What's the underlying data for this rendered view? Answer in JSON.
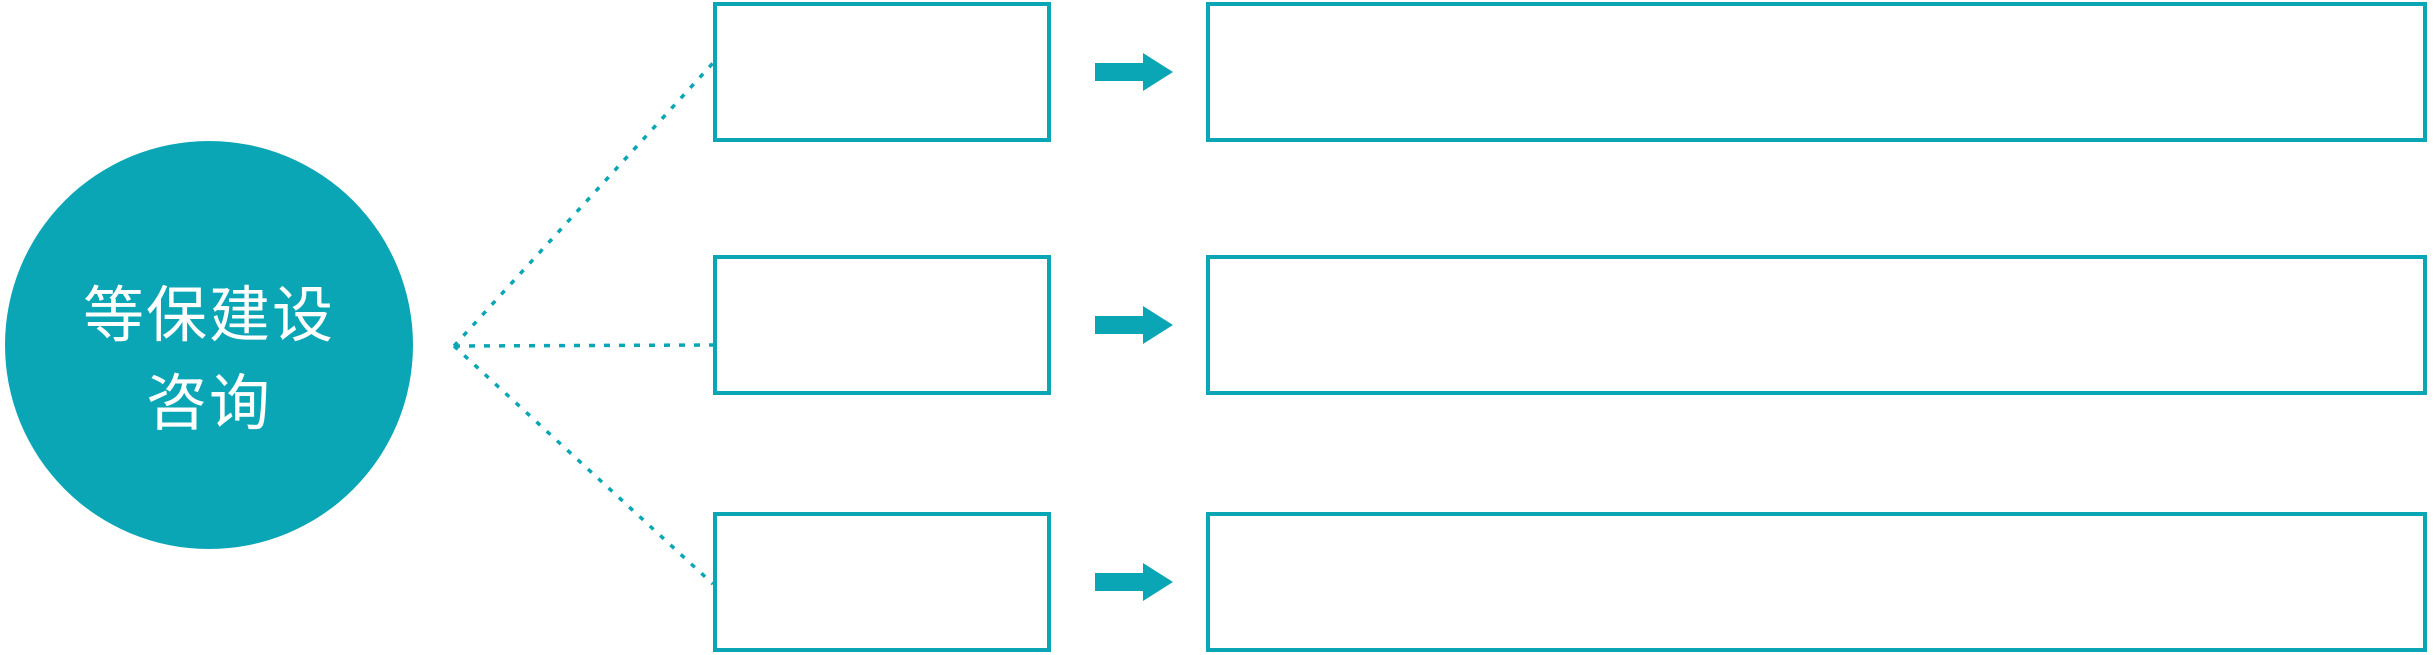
{
  "diagram": {
    "type": "fan-out flow diagram",
    "colors": {
      "accent": "#0BA6B5",
      "background": "#ffffff",
      "circle_text": "#ffffff"
    },
    "hub": {
      "shape": "circle",
      "label": "等保建设\n咨询",
      "label_line1": "等保建设",
      "label_line2": "咨询"
    },
    "icons": {
      "arrow": "arrow-right-icon",
      "connector": "dotted-line-connector"
    },
    "rows": [
      {
        "small_box_label": "",
        "big_box_label": ""
      },
      {
        "small_box_label": "",
        "big_box_label": ""
      },
      {
        "small_box_label": "",
        "big_box_label": ""
      }
    ]
  }
}
